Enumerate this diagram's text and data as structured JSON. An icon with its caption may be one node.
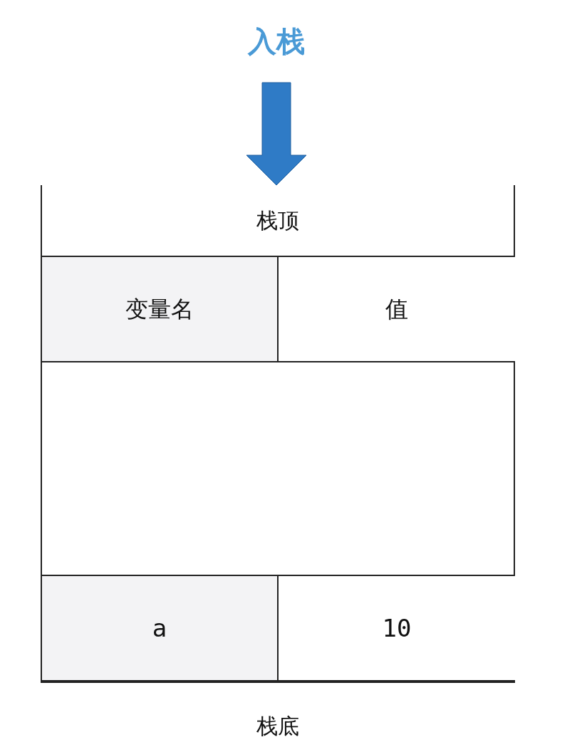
{
  "diagram": {
    "nodes": [
      {
        "text": [
          "入栈"
        ]
      },
      {
        "text": [
          "栈顶"
        ],
        "beside": [
          "栈底"
        ]
      },
      {
        "text": [
          "变量名"
        ],
        "in": 1
      },
      {
        "text": [
          "值"
        ],
        "in": 1
      },
      {
        "text": [
          "a"
        ],
        "in": 1
      },
      {
        "text": [
          "10"
        ],
        "in": 1
      }
    ],
    "edges": [
      {
        "from": 0,
        "to": 1,
        "arrow": "to",
        "style": "thick",
        "color": "#2f7bc6"
      }
    ]
  }
}
